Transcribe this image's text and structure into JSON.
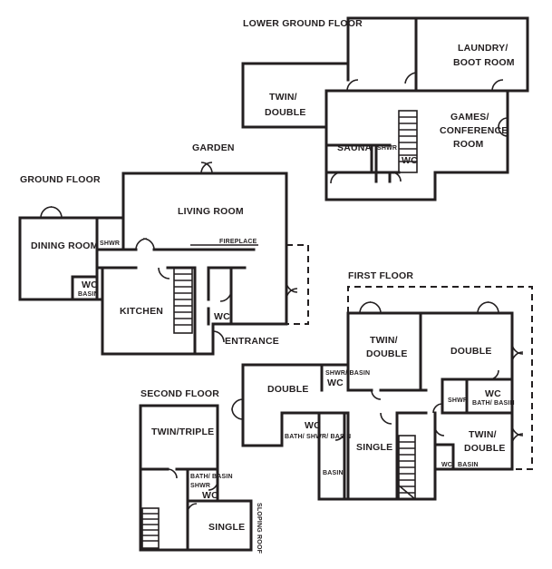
{
  "floors": {
    "lower_ground": {
      "title": "LOWER GROUND FLOOR",
      "rooms": {
        "twin_double_1": "TWIN/",
        "twin_double_2": "DOUBLE",
        "laundry_1": "LAUNDRY/",
        "laundry_2": "BOOT ROOM",
        "games_1": "GAMES/",
        "games_2": "CONFERENCE",
        "games_3": "ROOM",
        "sauna": "SAUNA",
        "shwr": "SHWR",
        "wc": "WC"
      }
    },
    "ground": {
      "title": "GROUND FLOOR",
      "garden": "GARDEN",
      "rooms": {
        "living": "LIVING ROOM",
        "fireplace": "FIREPLACE",
        "dining": "DINING ROOM",
        "shwr": "SHWR",
        "wc": "WC",
        "basin": "BASIN",
        "kitchen": "KITCHEN",
        "wc2": "WC",
        "entrance": "ENTRANCE"
      }
    },
    "first": {
      "title": "FIRST FLOOR",
      "rooms": {
        "twin_double_a1": "TWIN/",
        "twin_double_a2": "DOUBLE",
        "double_top": "DOUBLE",
        "shwr_basin": "SHWR/ BASIN",
        "wc_a": "WC",
        "double_left": "DOUBLE",
        "wc_b": "WC",
        "bath_basin": "BATH/ BASIN",
        "shwr": "SHWR",
        "wc_c": "WC",
        "bath_shwr_basin": "BATH/ SHWR/ BASIN",
        "single": "SINGLE",
        "twin_double_b1": "TWIN/",
        "twin_double_b2": "DOUBLE",
        "basin_left": "BASIN",
        "wc_d": "WC",
        "basin_right": "BASIN"
      }
    },
    "second": {
      "title": "SECOND FLOOR",
      "rooms": {
        "twin_triple": "TWIN/TRIPLE",
        "bath_basin": "BATH/ BASIN",
        "shwr": "SHWR",
        "wc": "WC",
        "single": "SINGLE",
        "sloping_roof": "SLOPING ROOF"
      }
    }
  }
}
